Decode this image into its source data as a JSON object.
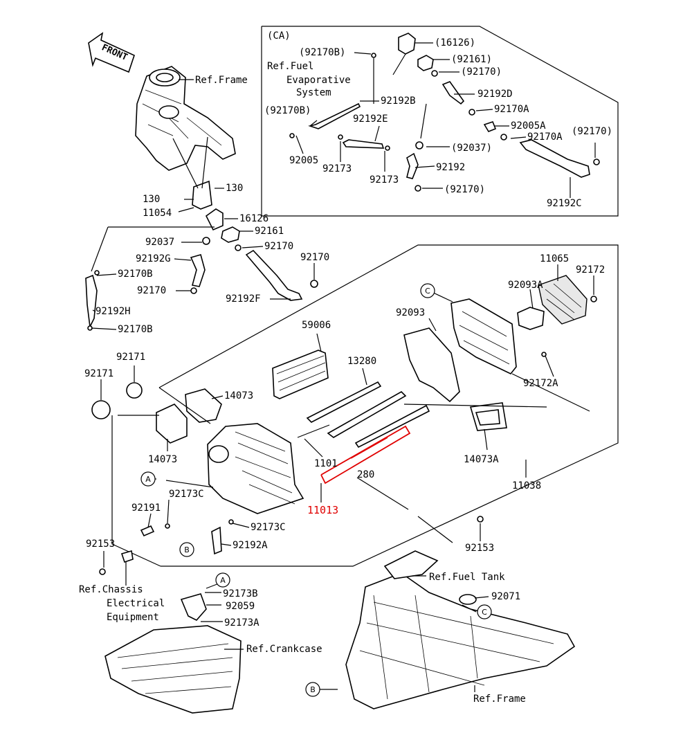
{
  "front_arrow": "FRONT",
  "labels": {
    "ca_box": "(CA)",
    "ref_frame_top": "Ref.Frame",
    "ref_fuel": "Ref.Fuel",
    "evaporative": "Evaporative",
    "system": "System",
    "p16126_ca": "(16126)",
    "p92161_ca": "(92161)",
    "p92170_ca1": "(92170)",
    "p92170b_ca1": "(92170B)",
    "p92192d": "92192D",
    "p92192b": "92192B",
    "p92170a_ca1": "92170A",
    "p92170b_ca2": "(92170B)",
    "p92192e": "92192E",
    "p92005a": "92005A",
    "p92170_ca2": "(92170)",
    "p92170a_ca2": "92170A",
    "p92037_ca": "(92037)",
    "p92005": "92005",
    "p92173_ca1": "92173",
    "p92192_ca": "92192",
    "p92173_ca2": "92173",
    "p92170_ca3": "(92170)",
    "p92192c": "92192C",
    "p130a": "130",
    "p130b": "130",
    "p11054": "11054",
    "p16126": "16126",
    "p92161": "92161",
    "p92037": "92037",
    "p92170_1": "92170",
    "p92192g": "92192G",
    "p92170_2": "92170",
    "p92170b_1": "92170B",
    "p92170_3": "92170",
    "p92192f": "92192F",
    "p92192h": "92192H",
    "p92170b_2": "92170B",
    "p11065": "11065",
    "p92172": "92172",
    "p92093a": "92093A",
    "p92093": "92093",
    "p59006": "59006",
    "p13280a": "13280",
    "p92172a": "92172A",
    "p92171a": "92171",
    "p92171b": "92171",
    "p14073a": "14073",
    "p14073b": "14073",
    "p1101": "1101",
    "p280": "280",
    "p14073A": "14073A",
    "p11038": "11038",
    "p11013": "11013",
    "p92173c_1": "92173C",
    "p92191": "92191",
    "p92173c_2": "92173C",
    "p92192a": "92192A",
    "p92153a": "92153",
    "p92153b": "92153",
    "ref_chassis": "Ref.Chassis",
    "electrical": "Electrical",
    "equipment": "Equipment",
    "ref_fuel_tank": "Ref.Fuel Tank",
    "p92071": "92071",
    "p92173b": "92173B",
    "p92059": "92059",
    "p92173a": "92173A",
    "ref_crankcase": "Ref.Crankcase",
    "ref_frame_bottom": "Ref.Frame"
  },
  "callouts": {
    "a1": "A",
    "a2": "A",
    "b1": "B",
    "b2": "B",
    "c1": "C",
    "c2": "C"
  },
  "highlight_color": "#e00000"
}
